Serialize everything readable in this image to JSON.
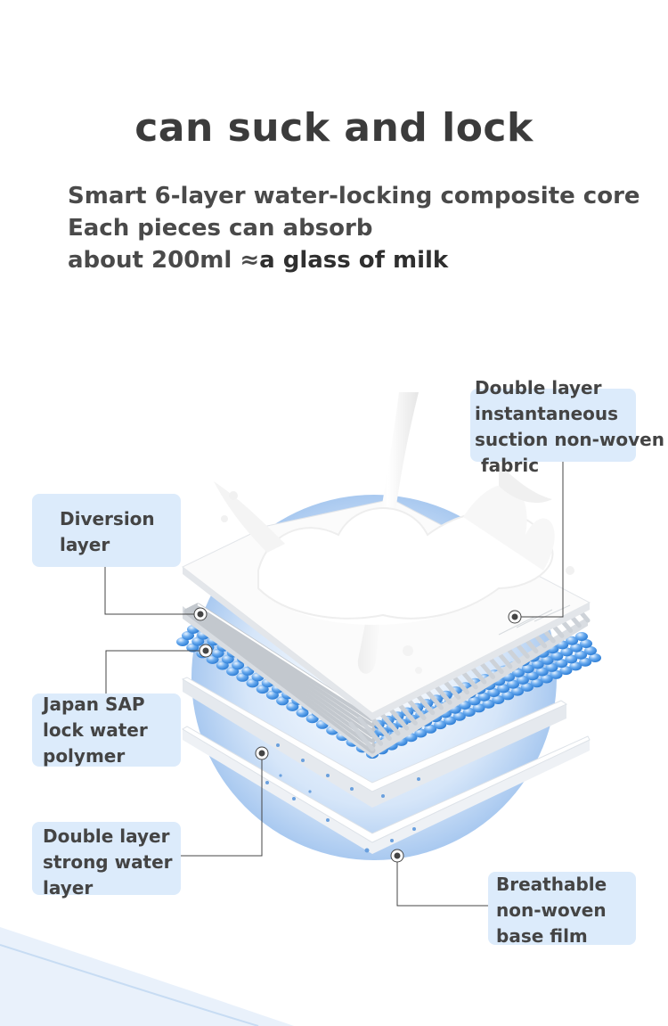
{
  "header": {
    "title": "can suck and lock",
    "line1": "Smart 6-layer water-locking composite core",
    "line2": "Each pieces can absorb",
    "line3_prefix": "about 200ml ≈",
    "line3_bold": "a glass of milk"
  },
  "callouts": [
    {
      "lines": [
        "Double layer",
        "instantaneous",
        "suction non-woven",
        " fabric"
      ]
    },
    {
      "lines": [
        "Diversion",
        "layer"
      ]
    },
    {
      "lines": [
        "Japan SAP",
        "lock water",
        "polymer"
      ]
    },
    {
      "lines": [
        "Double layer",
        "strong water",
        "layer"
      ]
    },
    {
      "lines": [
        "Breathable",
        "non-woven",
        "base film"
      ]
    }
  ],
  "colors": {
    "accent": "#dcebfb",
    "bubble": "#4f98e6",
    "circle": "#b9d4f4"
  }
}
